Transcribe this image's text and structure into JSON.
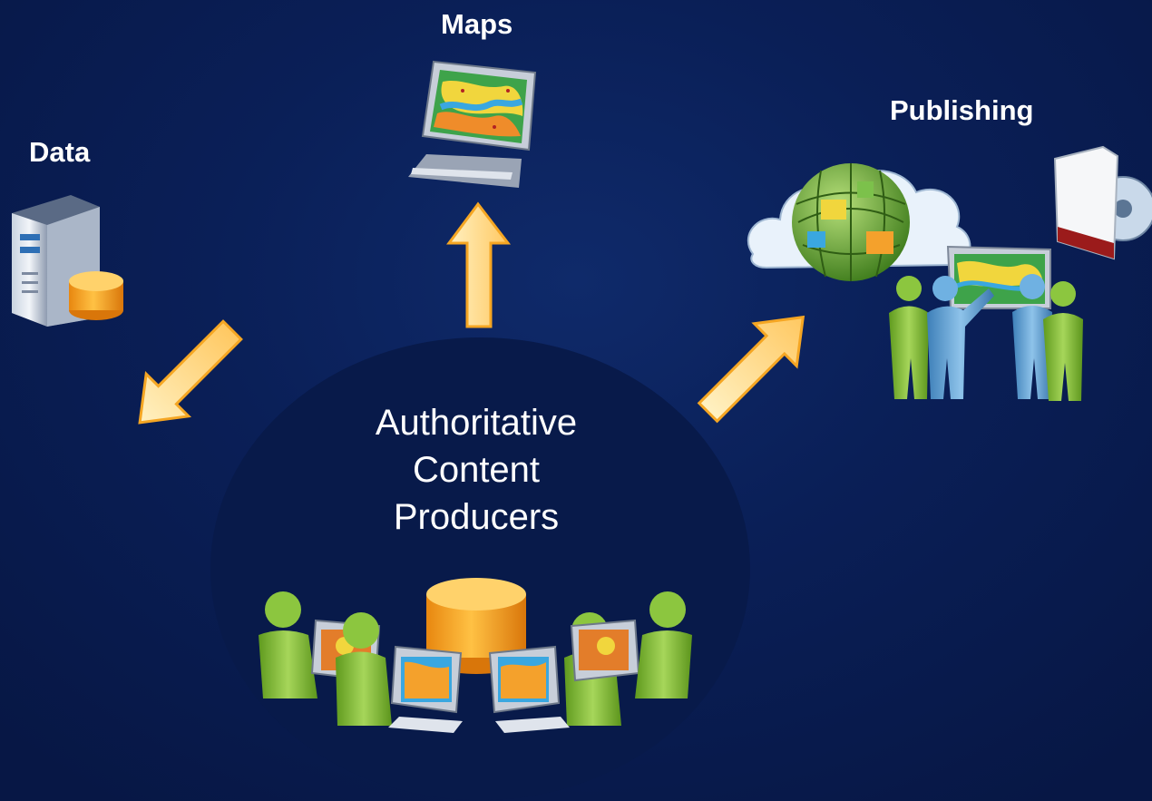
{
  "labels": {
    "maps": "Maps",
    "data": "Data",
    "publishing": "Publishing"
  },
  "center": {
    "lines": [
      "Authoritative",
      "Content",
      "Producers"
    ]
  },
  "colors": {
    "background": "#0a1f57",
    "ellipse": "#081a4a",
    "arrow_fill": "#ffd27a",
    "arrow_stroke": "#f5a623",
    "person_green": "#8cc63f",
    "database_orange": "#f7a21b"
  },
  "icons": [
    "server-database-icon",
    "map-monitor-icon",
    "globe-cloud-icon",
    "dvd-case-icon",
    "presenting-people-icon",
    "producers-team-icon"
  ]
}
